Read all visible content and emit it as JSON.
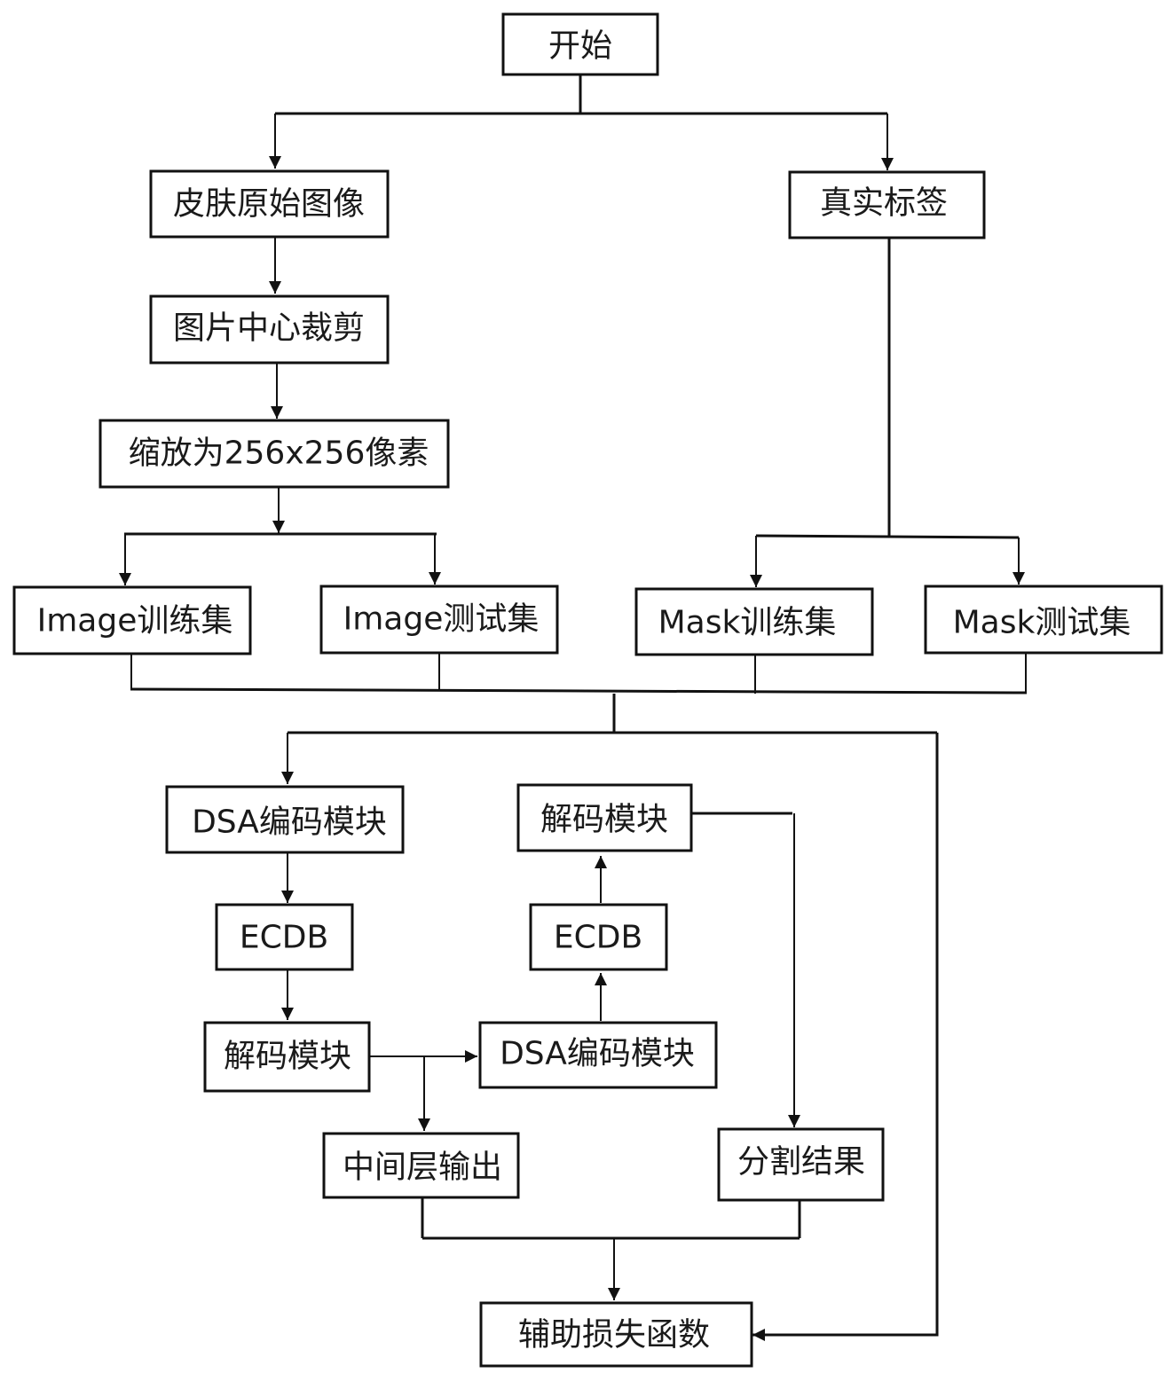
{
  "diagram": {
    "type": "flowchart",
    "nodes": {
      "start": "开始",
      "skin_raw_image": "皮肤原始图像",
      "ground_truth": "真实标签",
      "center_crop": "图片中心裁剪",
      "resize": "缩放为256x256像素",
      "image_train": "Image训练集",
      "image_test": "Image测试集",
      "mask_train": "Mask训练集",
      "mask_test": "Mask测试集",
      "dsa_encoder_1": "DSA编码模块",
      "ecdb_1": "ECDB",
      "decoder_1": "解码模块",
      "dsa_encoder_2": "DSA编码模块",
      "ecdb_2": "ECDB",
      "decoder_2": "解码模块",
      "intermediate_output": "中间层输出",
      "segmentation_result": "分割结果",
      "aux_loss": "辅助损失函数"
    },
    "edges": [
      {
        "from": "start",
        "to": "skin_raw_image"
      },
      {
        "from": "start",
        "to": "ground_truth"
      },
      {
        "from": "skin_raw_image",
        "to": "center_crop"
      },
      {
        "from": "center_crop",
        "to": "resize"
      },
      {
        "from": "resize",
        "to": "image_train"
      },
      {
        "from": "resize",
        "to": "image_test"
      },
      {
        "from": "ground_truth",
        "to": "mask_train"
      },
      {
        "from": "ground_truth",
        "to": "mask_test"
      },
      {
        "from": "datasets_merge",
        "to": "dsa_encoder_1"
      },
      {
        "from": "datasets_merge",
        "to": "aux_loss"
      },
      {
        "from": "dsa_encoder_1",
        "to": "ecdb_1"
      },
      {
        "from": "ecdb_1",
        "to": "decoder_1"
      },
      {
        "from": "decoder_1",
        "to": "dsa_encoder_2"
      },
      {
        "from": "decoder_1",
        "to": "intermediate_output"
      },
      {
        "from": "dsa_encoder_2",
        "to": "ecdb_2"
      },
      {
        "from": "ecdb_2",
        "to": "decoder_2"
      },
      {
        "from": "decoder_2",
        "to": "segmentation_result"
      },
      {
        "from": "intermediate_output",
        "to": "aux_loss"
      },
      {
        "from": "segmentation_result",
        "to": "aux_loss"
      }
    ]
  }
}
